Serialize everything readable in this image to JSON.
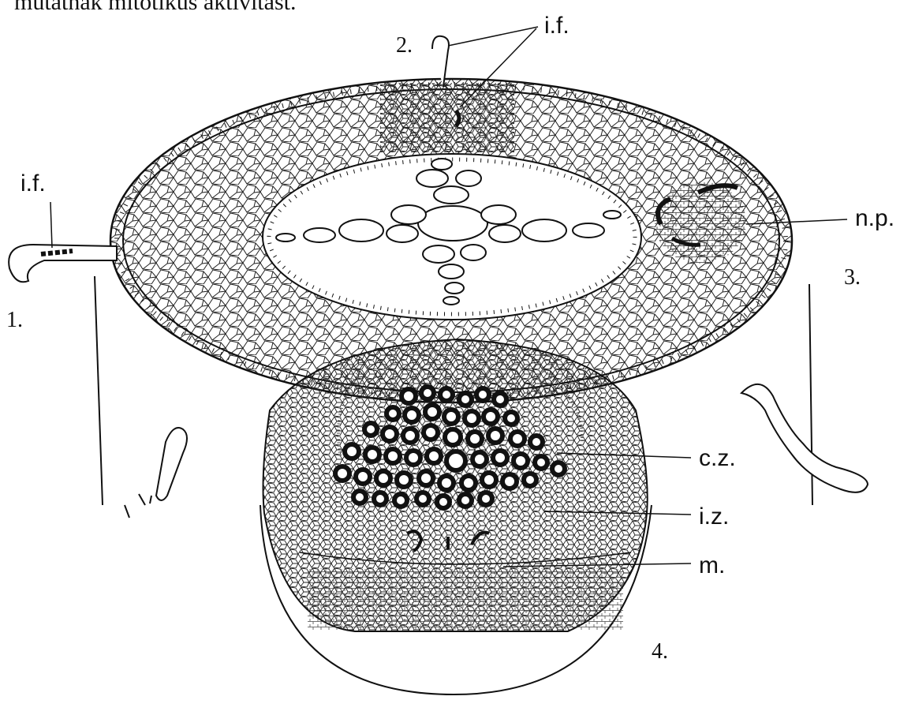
{
  "caption": "mutatnak mitotikus aktivitást.",
  "labels": {
    "if_top": "i.f.",
    "if_left": "i.f.",
    "np": "n.p.",
    "cz": "c.z.",
    "iz": "i.z.",
    "m": "m."
  },
  "numbers": {
    "n1": "1.",
    "n2": "2.",
    "n3": "3.",
    "n4": "4."
  }
}
